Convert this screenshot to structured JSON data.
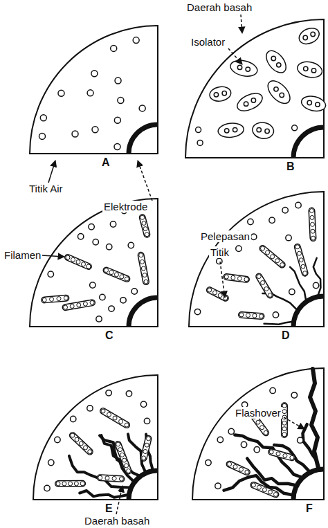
{
  "diagram": {
    "labels": [
      "Daerah basah",
      "Isolator",
      "Titik Air",
      "A",
      "Elektrode",
      "B",
      "Filamen",
      "Pelepasan",
      "Titik",
      "C",
      "D",
      "Flashover",
      "E",
      "F",
      "Daerah basah"
    ]
  }
}
